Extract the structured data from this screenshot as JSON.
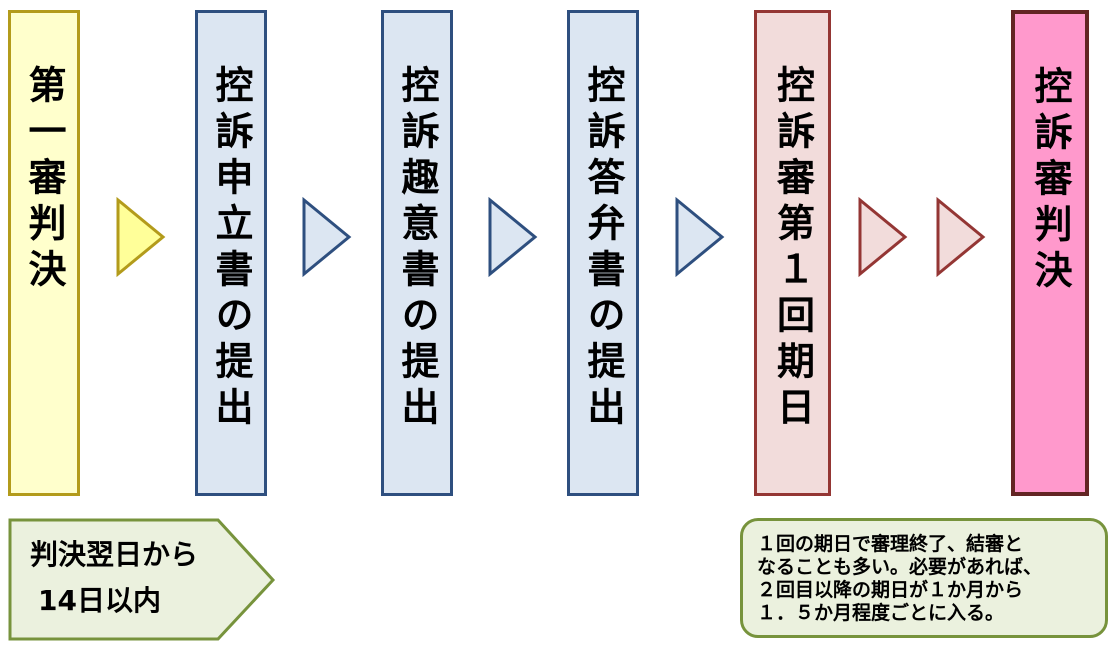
{
  "steps": [
    {
      "label": "第一審判決"
    },
    {
      "label": "控訴申立書の提出"
    },
    {
      "label": "控訴趣意書の提出"
    },
    {
      "label": "控訴答弁書の提出"
    },
    {
      "label": "控訴審第１回期日"
    },
    {
      "label": "控訴審判決"
    }
  ],
  "deadline_note": {
    "line1": "判決翌日から",
    "line2": "14日以内"
  },
  "hearing_note": {
    "lines": [
      "１回の期日で審理終了、結審と",
      "なることも多い。必要があれば、",
      "２回目以降の期日が１か月から",
      "１．５か月程度ごとに入る。"
    ]
  },
  "colors": {
    "first_judgment_fill": "#ffffcc",
    "first_judgment_border": "#b39b1b",
    "filing_fill": "#dce6f2",
    "filing_border": "#2e4f7f",
    "hearing_fill": "#f2dcdb",
    "hearing_border": "#943634",
    "appeal_judgment_fill": "#ff99cc",
    "appeal_judgment_border": "#632523",
    "note_fill": "#ebf1de",
    "note_border": "#77933c"
  }
}
